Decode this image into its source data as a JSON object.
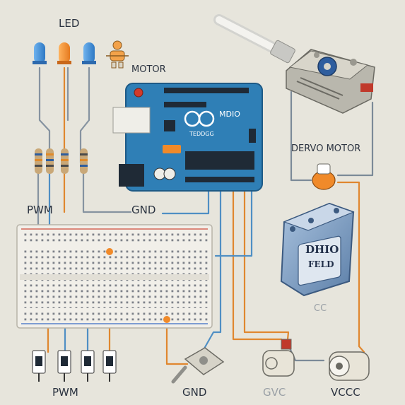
{
  "labels": {
    "led": "LED",
    "motor": "MOTOR",
    "servo_motor": "DERVO MOTOR",
    "pwm_top": "PWM",
    "gnd_top": "GND",
    "board_title": "MDIO",
    "board_subtitle": "TEDDGG",
    "box_label_line1": "DHIO",
    "box_label_line2": "FELD",
    "cc": "CC",
    "pwm_bottom": "PWM",
    "gnd_bottom": "GND",
    "gvc": "GVC",
    "vccc": "VCCC"
  },
  "colors": {
    "background": "#e7e5dc",
    "board": "#2f7fb6",
    "breadboard": "#f1efe9",
    "wire_orange": "#e0872f",
    "wire_blue": "#4f8fc4",
    "wire_gray": "#7c8a98",
    "led_blue": "#3f8fd8",
    "led_orange": "#f08a2a"
  },
  "icons": [
    "led-icon",
    "motor-figure-icon",
    "servo-motor-icon",
    "usb-cable-icon",
    "potentiometer-icon",
    "dc-motor-icon",
    "resistor-icon"
  ]
}
